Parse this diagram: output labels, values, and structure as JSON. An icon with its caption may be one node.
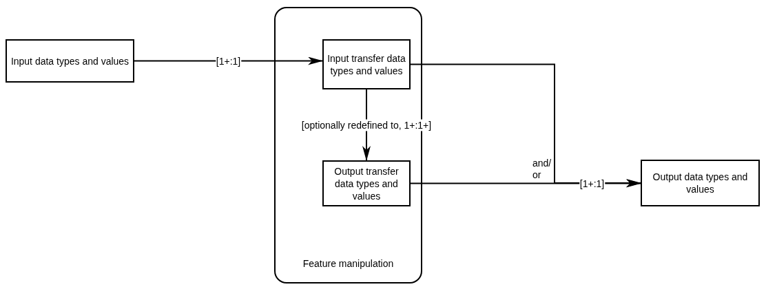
{
  "diagram": {
    "nodes": [
      {
        "text": [
          "Feature manipulation"
        ]
      },
      {
        "text": [
          "Input data types and values"
        ]
      },
      {
        "text": [
          "Input transfer data types and values"
        ],
        "in": 0
      },
      {
        "text": [
          "Output transfer data types and values"
        ],
        "in": 0
      },
      {
        "text": [
          "Output data types and values"
        ]
      }
    ],
    "edges": [
      {
        "from": 1,
        "to": 2,
        "arrow": "to",
        "label": "[1+:1]"
      },
      {
        "from": 2,
        "to": 3,
        "arrow": "to",
        "label": "[optionally redefined to, 1+:1+]"
      },
      {
        "from": 2,
        "to": 4,
        "arrow": "to",
        "label": "and/or"
      },
      {
        "from": 3,
        "to": 4,
        "arrow": "to",
        "label": "[1+:1]"
      }
    ]
  }
}
